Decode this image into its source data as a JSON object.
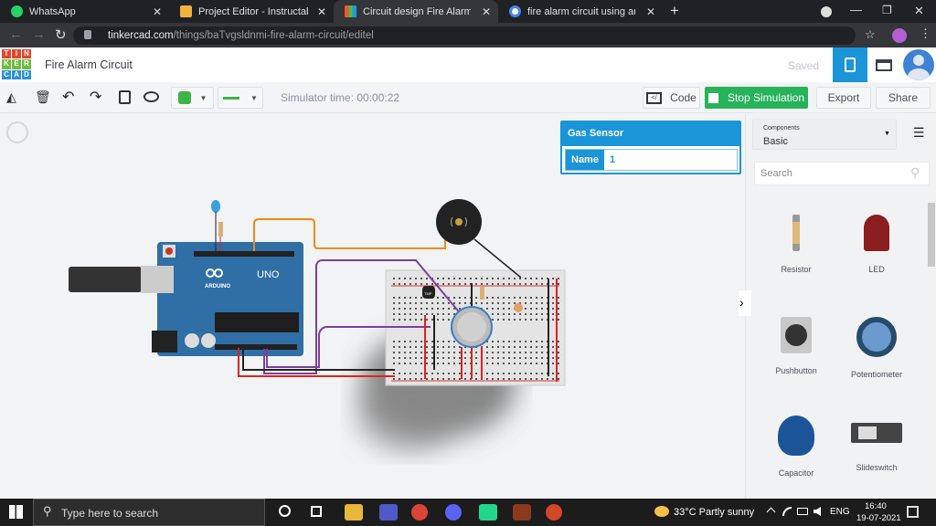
{
  "browser": {
    "tabs": [
      {
        "title": "WhatsApp",
        "icon": "whatsapp-icon"
      },
      {
        "title": "Project Editor - Instructables",
        "icon": "instructables-icon"
      },
      {
        "title": "Circuit design Fire Alarm Circ",
        "icon": "tinkercad-icon",
        "active": true
      },
      {
        "title": "fire alarm circuit using arduino -",
        "icon": "google-icon"
      }
    ],
    "url_domain": "tinkercad.com",
    "url_path": "/things/baTvgsldnmi-fire-alarm-circuit/editel"
  },
  "app": {
    "logo": [
      "T",
      "I",
      "N",
      "K",
      "E",
      "R",
      "C",
      "A",
      "D"
    ],
    "title": "Fire Alarm Circuit",
    "saved": "Saved"
  },
  "toolbar": {
    "sim_time": "Simulator time: 00:00:22",
    "code": "Code",
    "stop": "Stop Simulation",
    "export": "Export",
    "share": "Share",
    "color": "#3cb544"
  },
  "inspector": {
    "title": "Gas Sensor",
    "name_label": "Name",
    "name_value": "1"
  },
  "circuit": {
    "arduino_label": "ARDUINO",
    "uno": "UNO",
    "tmp": "TMP"
  },
  "panel": {
    "components_label": "Components",
    "components_value": "Basic",
    "search_placeholder": "Search",
    "items": [
      "Resistor",
      "LED",
      "Pushbutton",
      "Potentiometer",
      "Capacitor",
      "Slideswitch"
    ]
  },
  "taskbar": {
    "search": "Type here to search",
    "weather": "33°C  Partly sunny",
    "lang": "ENG",
    "time": "16:40",
    "date": "19-07-2021"
  }
}
